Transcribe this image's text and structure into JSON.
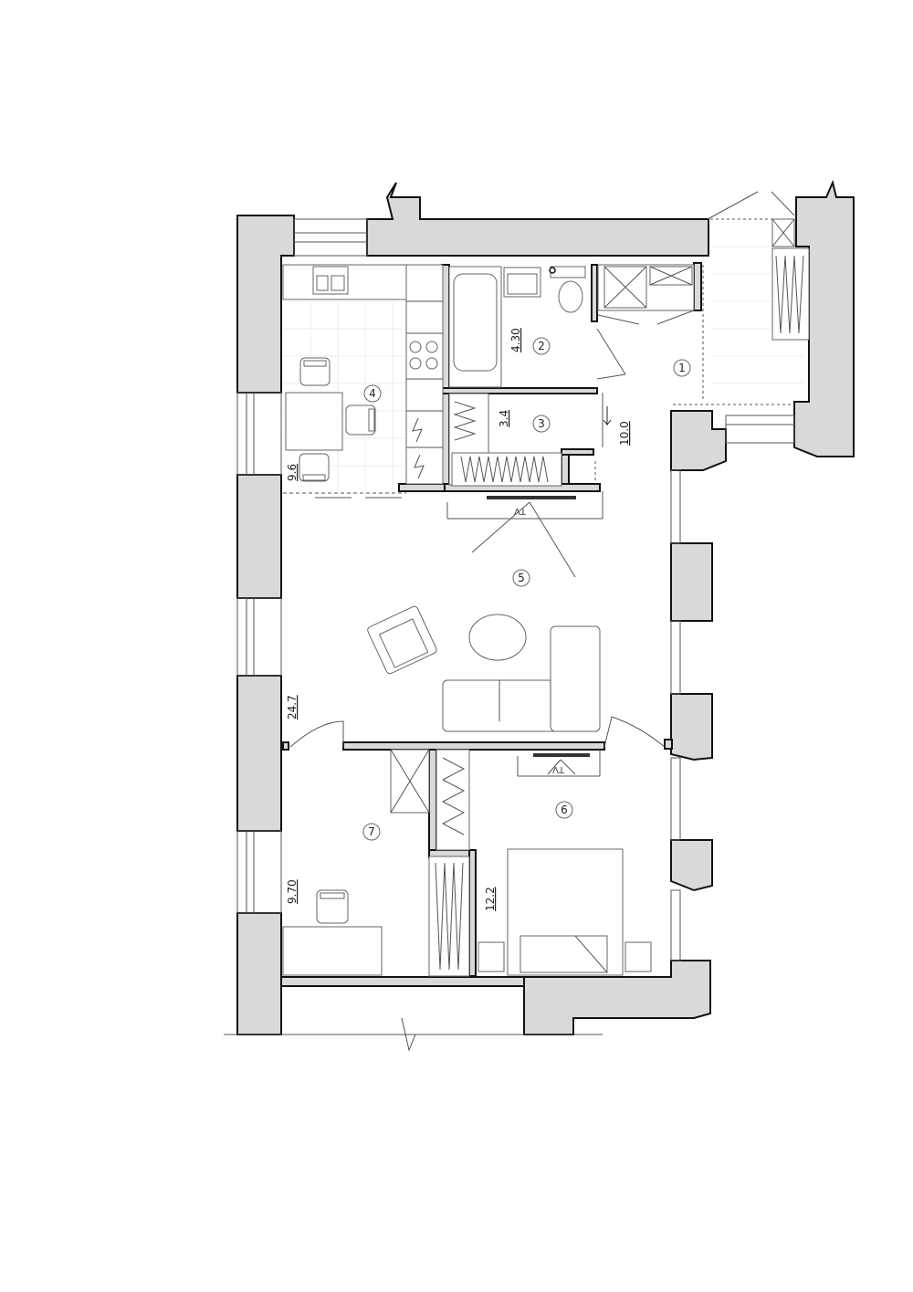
{
  "rooms": [
    {
      "number": "1"
    },
    {
      "number": "2",
      "area": "4.30"
    },
    {
      "number": "3",
      "area": "3.4"
    },
    {
      "number": "4",
      "area": "9.6"
    },
    {
      "number": "5",
      "area": "24.7"
    },
    {
      "number": "6",
      "area": "12.2"
    },
    {
      "number": "7",
      "area": "9.70"
    }
  ],
  "hall_area": "10.0",
  "tv_labels": [
    "TV",
    "TV"
  ],
  "colors": {
    "wall_fill": "#d9d9d9",
    "line": "#111111",
    "furniture": "#666666"
  }
}
